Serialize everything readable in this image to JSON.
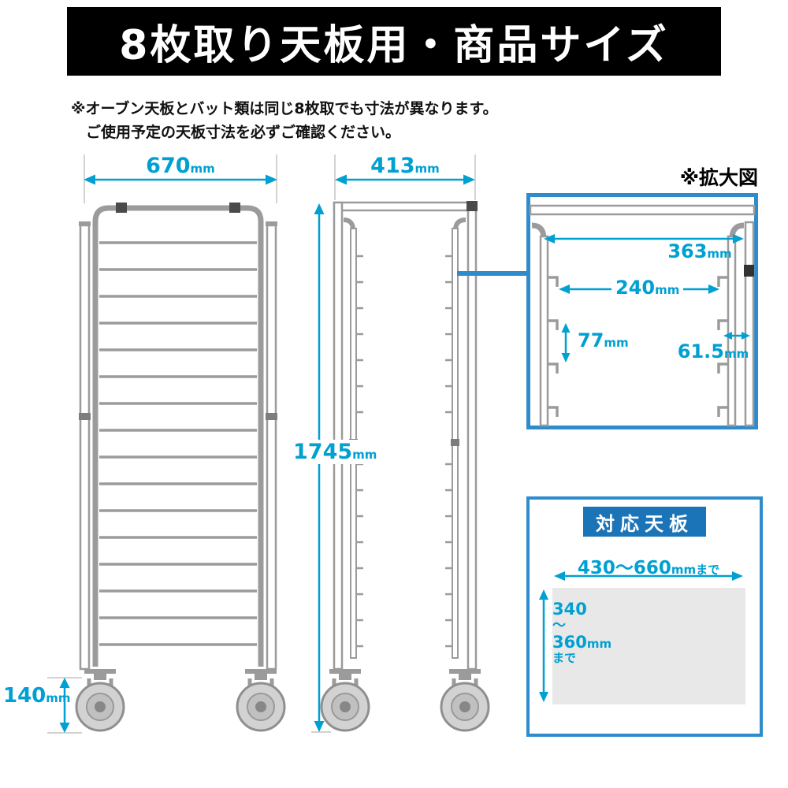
{
  "colors": {
    "banner_bg": "#000000",
    "dimension_accent": "#00a0d2",
    "panel_border": "#2e8bcc",
    "tray_header_bg": "#1c74b8",
    "drawing_gray": "#9b9b9b"
  },
  "banner": {
    "title": "8枚取り天板用・商品サイズ"
  },
  "note": {
    "line1": "※オーブン天板とバット類は同じ8枚取でも寸法が異なります。",
    "line2": "ご使用予定の天板寸法を必ずご確認ください。"
  },
  "front_view": {
    "width": {
      "value": "670",
      "unit": "mm"
    },
    "caster_height": {
      "value": "140",
      "unit": "mm"
    }
  },
  "side_view": {
    "depth": {
      "value": "413",
      "unit": "mm"
    },
    "height": {
      "value": "1745",
      "unit": "mm"
    }
  },
  "zoom_view": {
    "label": "※拡大図",
    "opening_width": {
      "value": "363",
      "unit": "mm"
    },
    "inner_width": {
      "value": "240",
      "unit": "mm"
    },
    "slot_pitch": {
      "value": "77",
      "unit": "mm"
    },
    "rail_width": {
      "value": "61.5",
      "unit": "mm"
    }
  },
  "tray_panel": {
    "title": "対応天板",
    "width": {
      "value": "430〜660",
      "unit": "mm",
      "suffix": "まで"
    },
    "depth": {
      "from": "340",
      "tilde": "〜",
      "to": "360",
      "unit": "mm",
      "suffix": "まで"
    }
  }
}
